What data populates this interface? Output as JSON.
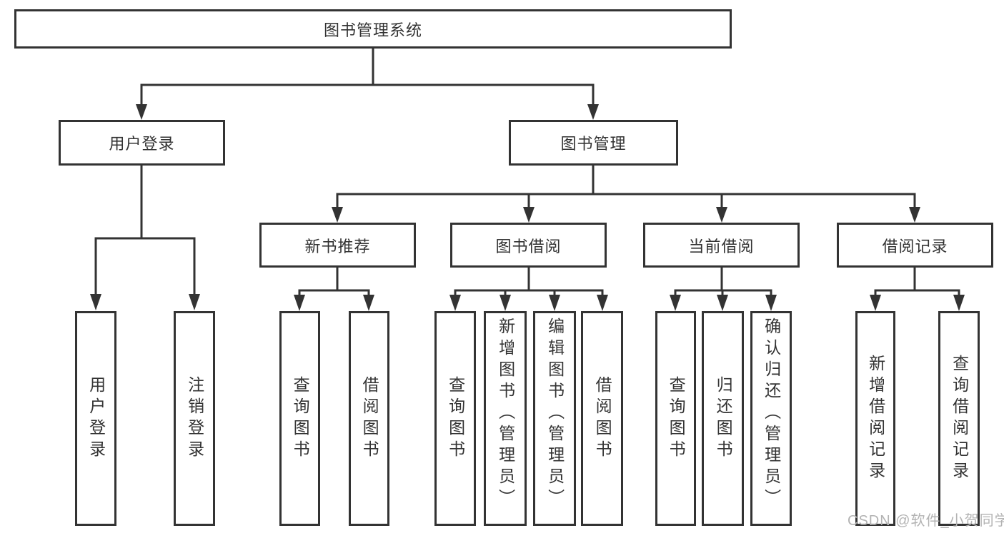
{
  "tree": {
    "root": {
      "label": "图书管理系统",
      "children": [
        {
          "label": "用户登录",
          "children": [
            {
              "label": "用户登录"
            },
            {
              "label": "注销登录"
            }
          ]
        },
        {
          "label": "图书管理",
          "children": [
            {
              "label": "新书推荐",
              "children": [
                {
                  "label": "查询图书"
                },
                {
                  "label": "借阅图书"
                }
              ]
            },
            {
              "label": "图书借阅",
              "children": [
                {
                  "label": "查询图书"
                },
                {
                  "label": "新增图书（管理员）"
                },
                {
                  "label": "编辑图书（管理员）"
                },
                {
                  "label": "借阅图书"
                }
              ]
            },
            {
              "label": "当前借阅",
              "children": [
                {
                  "label": "查询图书"
                },
                {
                  "label": "归还图书"
                },
                {
                  "label": "确认归还（管理员）"
                }
              ]
            },
            {
              "label": "借阅记录",
              "children": [
                {
                  "label": "新增借阅记录"
                },
                {
                  "label": "查询借阅记录"
                }
              ]
            }
          ]
        }
      ]
    }
  },
  "watermark": {
    "text": "CSDN @软件_小贺同学"
  },
  "colors": {
    "line": "#333333",
    "text": "#333333",
    "box_background": "#ffffff",
    "watermark": "#b3b3b3",
    "background": "#ffffff"
  }
}
